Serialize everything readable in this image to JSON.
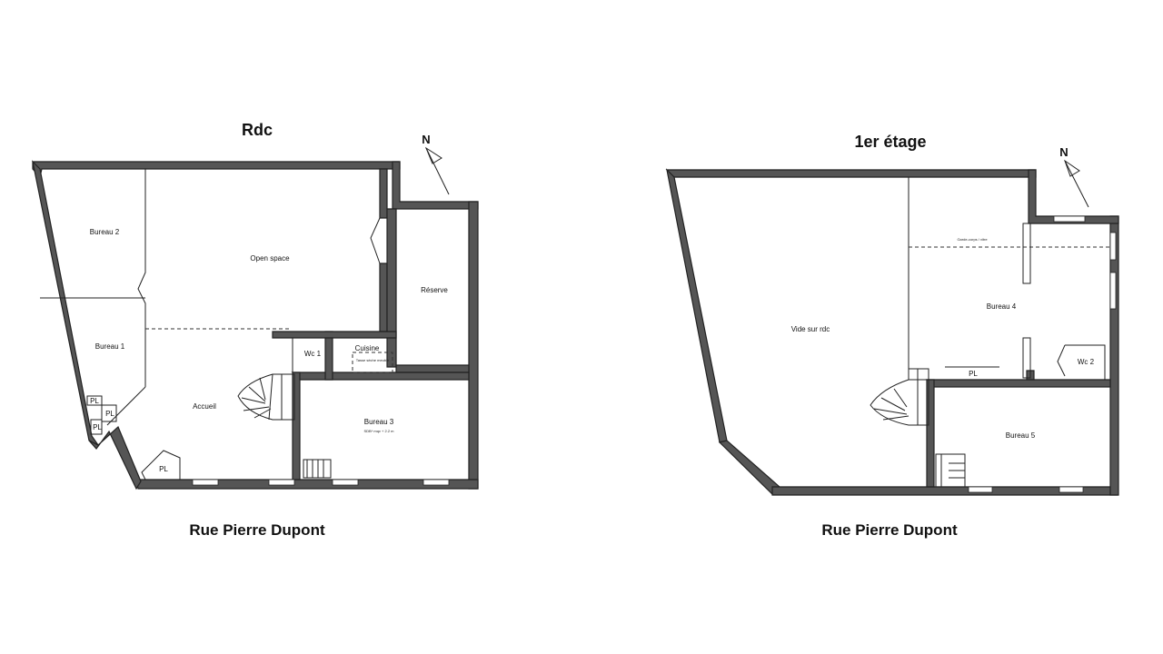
{
  "plans": [
    {
      "title": "Rdc",
      "street": "Rue Pierre Dupont",
      "north_label": "N",
      "rooms": {
        "bureau2": "Bureau 2",
        "open_space": "Open space",
        "reserve": "Réserve",
        "bureau1": "Bureau 1",
        "wc1": "Wc 1",
        "cuisine": "Cuisine",
        "accueil": "Accueil",
        "bureau3": "Bureau 3",
        "bureau3_note": "SDB* mqv + 2.2 m",
        "kitchen_note": "Tasse sèche meuble",
        "pl_a": "PL",
        "pl_b": "PL",
        "pl_c": "PL",
        "pl_d": "PL"
      }
    },
    {
      "title": "1er étage",
      "street": "Rue Pierre Dupont",
      "north_label": "N",
      "rooms": {
        "vide": "Vide sur rdc",
        "bureau4": "Bureau 4",
        "bureau4_note": "Garde-corps / vitre",
        "wc2": "Wc 2",
        "pl": "PL",
        "bureau5": "Bureau 5"
      }
    }
  ]
}
